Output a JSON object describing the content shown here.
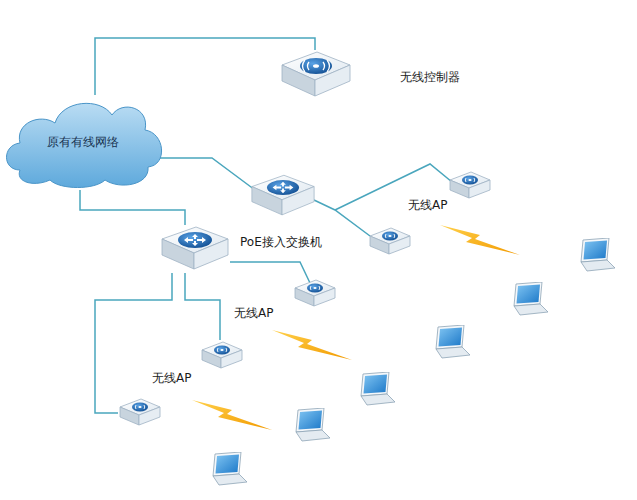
{
  "diagram": {
    "nodes": [
      {
        "text": [
          "原有有线网络"
        ]
      },
      {
        "text": [
          "无线控制器"
        ]
      },
      {
        "text": [
          "PoE接入交换机"
        ]
      },
      {
        "text": [
          "无线AP"
        ]
      },
      {
        "text": [
          "无线AP"
        ]
      },
      {
        "text": [
          "无线AP"
        ]
      }
    ],
    "edges": [
      {
        "from": 0,
        "to": 1,
        "arrow": "none"
      },
      {
        "from": 0,
        "to": 2,
        "arrow": "none"
      },
      {
        "from": 2,
        "to": 4,
        "arrow": "none"
      },
      {
        "from": 2,
        "to": 5,
        "arrow": "none"
      }
    ]
  }
}
